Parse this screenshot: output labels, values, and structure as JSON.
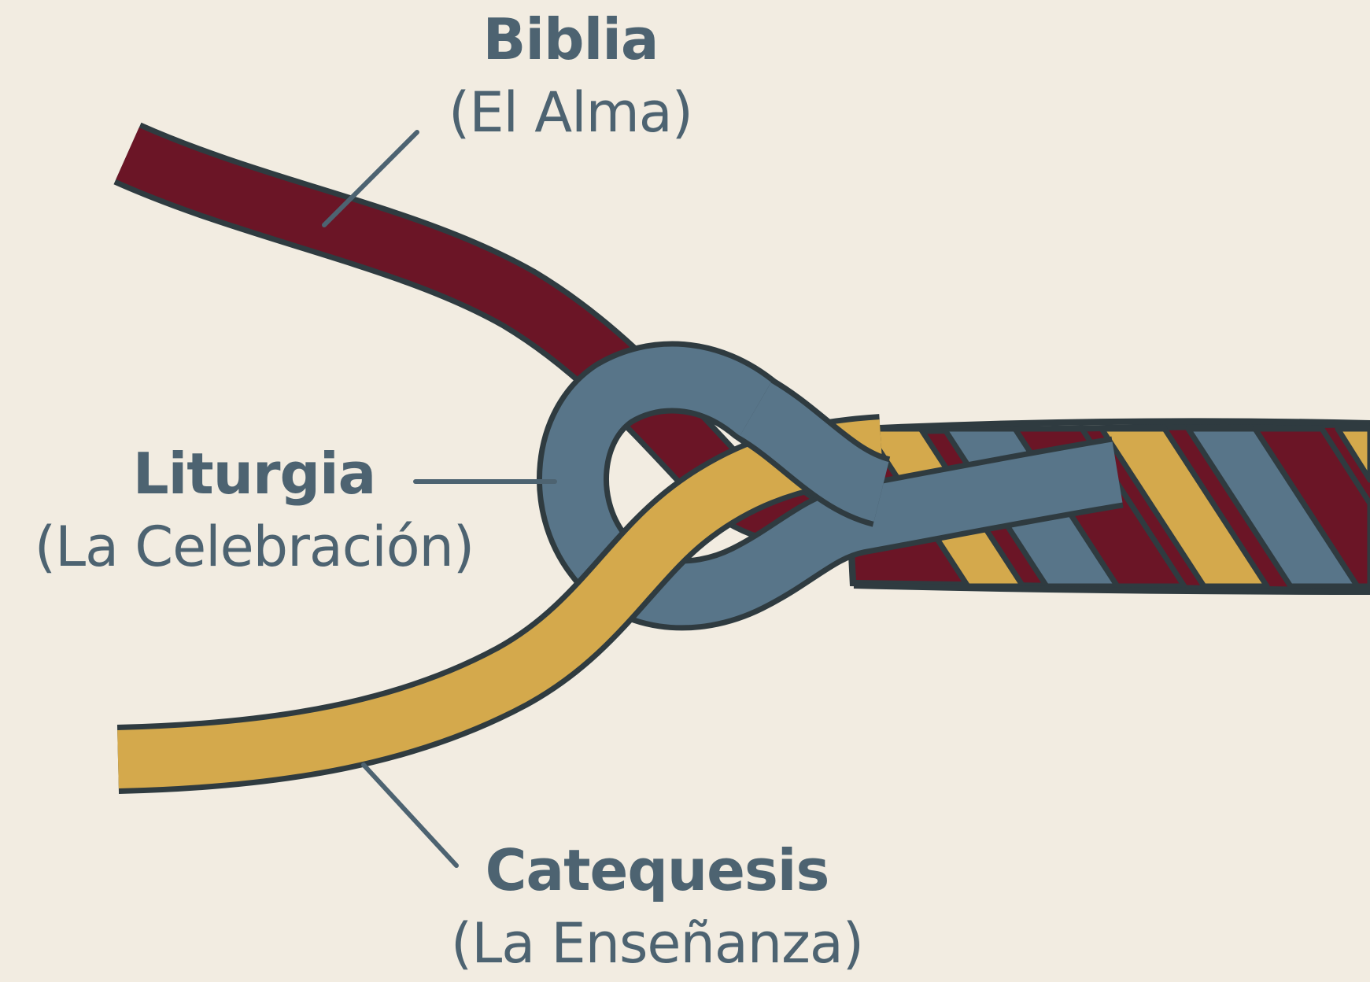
{
  "colors": {
    "background": "#f2ece1",
    "biblia_strand": "#6b1526",
    "liturgia_strand": "#587589",
    "catequesis_strand": "#d4a94c",
    "outline": "#2f3b40",
    "text": "#4d6371",
    "leader_line": "#4d6371"
  },
  "labels": {
    "biblia": {
      "title": "Biblia",
      "subtitle": "(El Alma)"
    },
    "liturgia": {
      "title": "Liturgia",
      "subtitle": "(La Celebración)"
    },
    "catequesis": {
      "title": "Catequesis",
      "subtitle": "(La Enseñanza)"
    }
  }
}
